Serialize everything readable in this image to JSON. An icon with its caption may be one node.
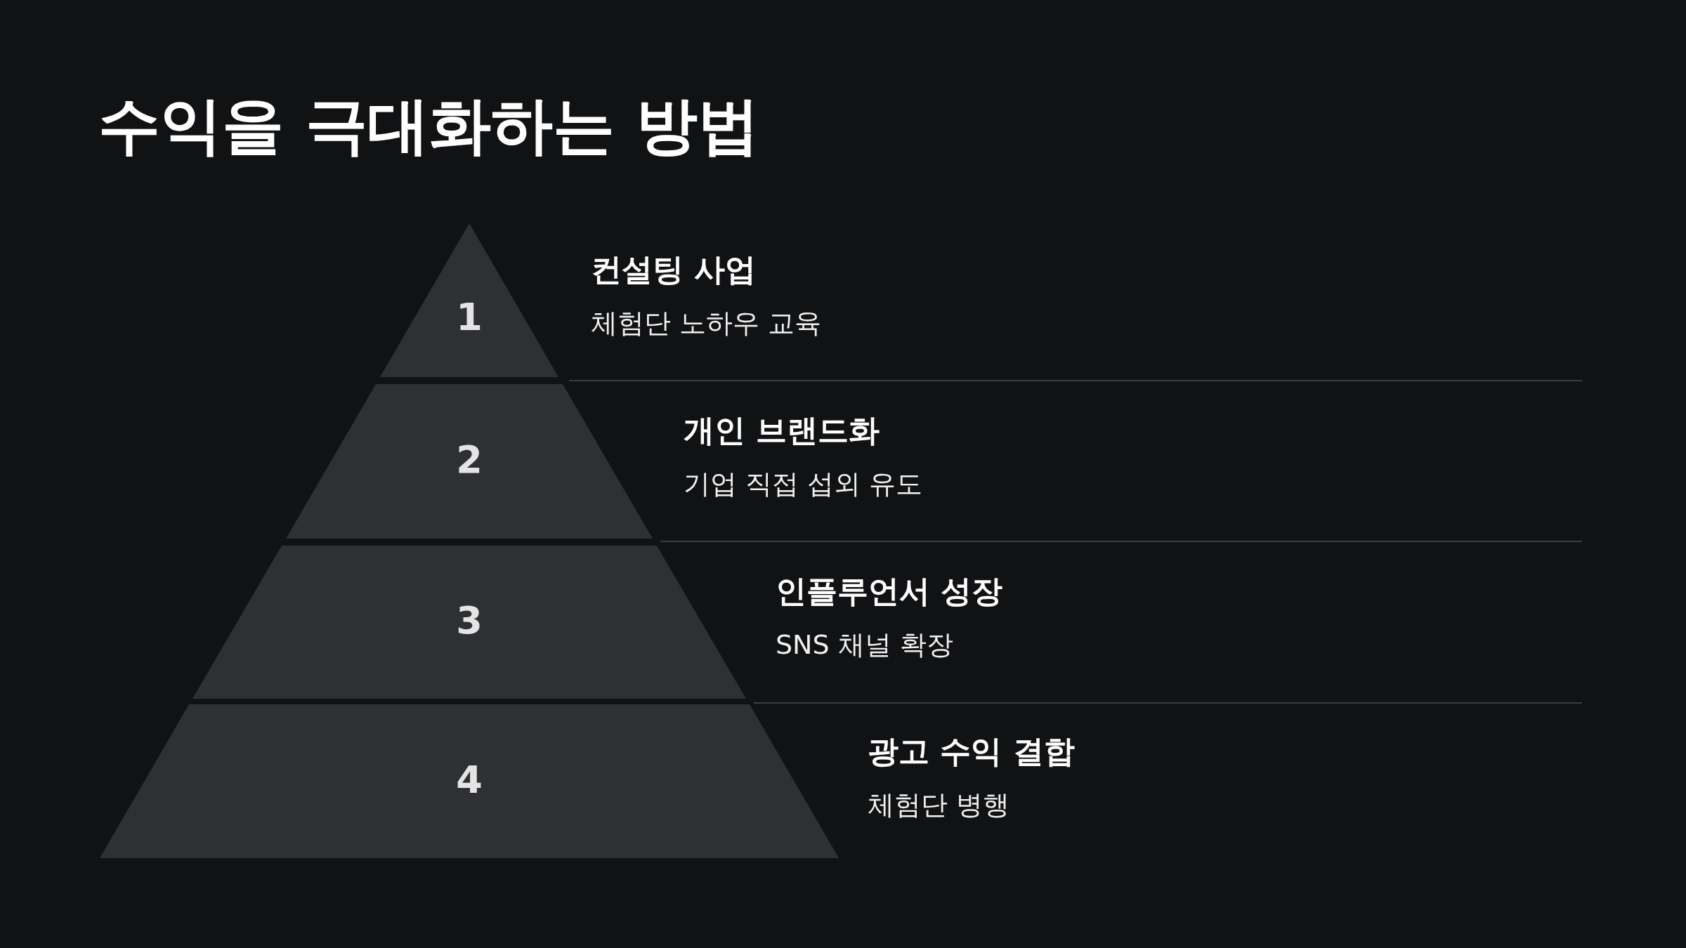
{
  "diagram": {
    "title": "수익을 극대화하는 방법",
    "nodes": [
      {
        "text": [
          "1"
        ],
        "beside": [
          "컨설팅 사업",
          "체험단 노하우 교육"
        ]
      },
      {
        "text": [
          "2"
        ],
        "beside": [
          "개인 브랜드화",
          "기업 직접 섭외 유도"
        ]
      },
      {
        "text": [
          "3"
        ],
        "beside": [
          "인플루언서 성장",
          "SNS 채널 확장"
        ]
      },
      {
        "text": [
          "4"
        ],
        "beside": [
          "광고 수익 결합",
          "체험단 병행"
        ]
      }
    ]
  }
}
